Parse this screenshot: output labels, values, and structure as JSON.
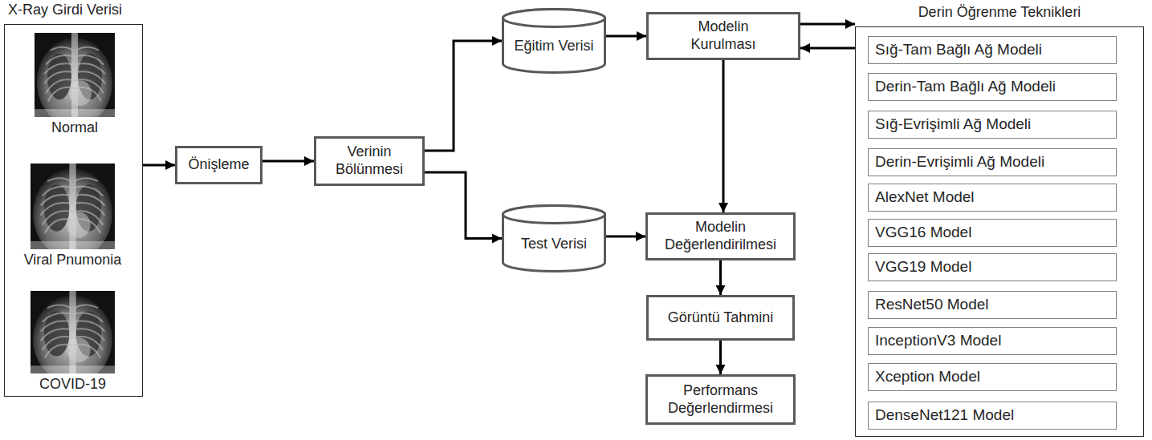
{
  "diagram": {
    "nodes": [
      {
        "text": [
          "X-Ray Girdi Verisi"
        ]
      },
      {
        "text": [
          "Normal"
        ],
        "in": 0
      },
      {
        "text": [
          "Viral Pnumonia"
        ],
        "in": 0
      },
      {
        "text": [
          "COVID-19"
        ],
        "in": 0
      },
      {
        "text": [
          "Önişleme"
        ]
      },
      {
        "text": [
          "Verinin Bölünmesi"
        ]
      },
      {
        "text": [
          "Eğitim Verisi"
        ]
      },
      {
        "text": [
          "Test Verisi"
        ]
      },
      {
        "text": [
          "Modelin Kurulması"
        ]
      },
      {
        "text": [
          "Modelin Değerlendirilmesi"
        ]
      },
      {
        "text": [
          "Görüntü Tahmini"
        ]
      },
      {
        "text": [
          "Performans Değerlendirmesi"
        ]
      },
      {
        "text": [
          "Derin Öğrenme Teknikleri"
        ]
      },
      {
        "text": [
          "Sığ-Tam Bağlı Ağ Modeli"
        ],
        "in": 12
      },
      {
        "text": [
          "Derin-Tam Bağlı Ağ Modeli"
        ],
        "in": 12
      },
      {
        "text": [
          "Sığ-Evrişimli Ağ Modeli"
        ],
        "in": 12
      },
      {
        "text": [
          "Derin-Evrişimli Ağ Modeli"
        ],
        "in": 12
      },
      {
        "text": [
          "AlexNet Model"
        ],
        "in": 12
      },
      {
        "text": [
          "VGG16 Model"
        ],
        "in": 12
      },
      {
        "text": [
          "VGG19 Model"
        ],
        "in": 12
      },
      {
        "text": [
          "ResNet50 Model"
        ],
        "in": 12
      },
      {
        "text": [
          "InceptionV3 Model"
        ],
        "in": 12
      },
      {
        "text": [
          "Xception Model"
        ],
        "in": 12
      },
      {
        "text": [
          "DenseNet121 Model"
        ],
        "in": 12
      }
    ],
    "edges": [
      {
        "from": 0,
        "to": 4,
        "arrow": "to"
      },
      {
        "from": 4,
        "to": 5,
        "arrow": "to"
      },
      {
        "from": 5,
        "to": 6,
        "arrow": "to"
      },
      {
        "from": 5,
        "to": 7,
        "arrow": "to"
      },
      {
        "from": 6,
        "to": 8,
        "arrow": "to"
      },
      {
        "from": 8,
        "to": 12,
        "arrow": "to"
      },
      {
        "from": 12,
        "to": 8,
        "arrow": "to"
      },
      {
        "from": 7,
        "to": 9,
        "arrow": "to"
      },
      {
        "from": 8,
        "to": 9,
        "arrow": "to"
      },
      {
        "from": 9,
        "to": 10,
        "arrow": "to"
      },
      {
        "from": 10,
        "to": 11,
        "arrow": "to"
      }
    ]
  }
}
